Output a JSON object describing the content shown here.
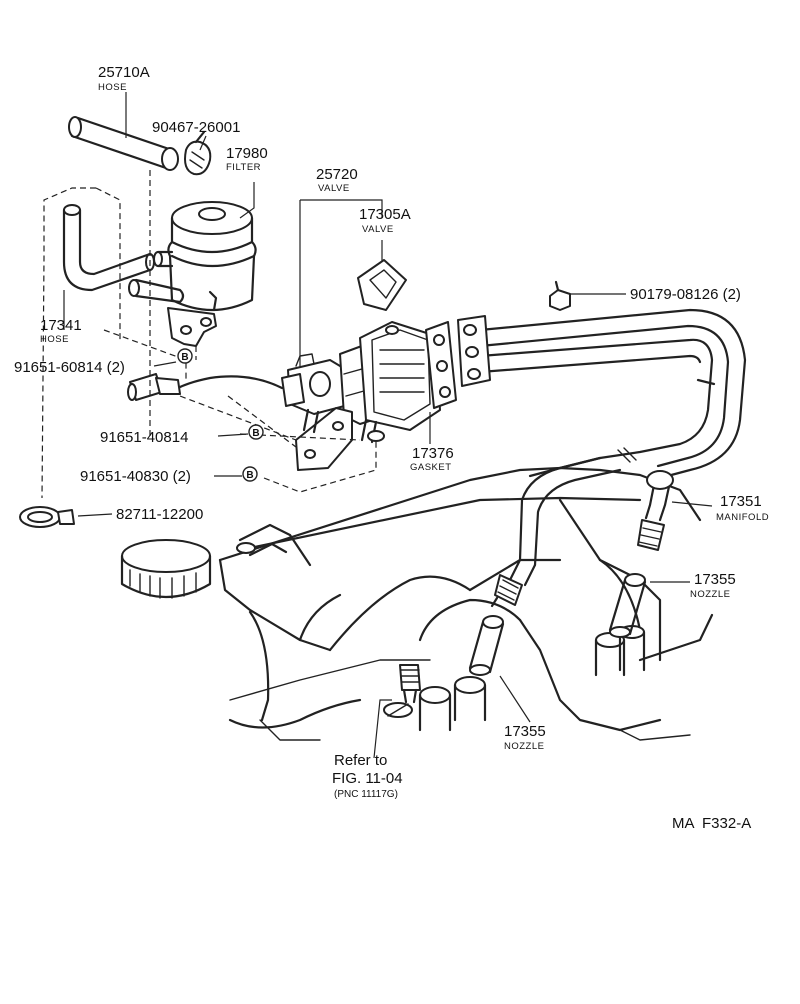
{
  "parts": {
    "hose_25710a": {
      "number": "25710A",
      "name": "HOSE"
    },
    "clip_90467": {
      "number": "90467-26001"
    },
    "filter_17980": {
      "number": "17980",
      "name": "FILTER"
    },
    "valve_25720": {
      "number": "25720",
      "name": "VALVE"
    },
    "valve_17305a": {
      "number": "17305A",
      "name": "VALVE"
    },
    "bolt_90179": {
      "number": "90179-08126 (2)"
    },
    "hose_17341": {
      "number": "17341",
      "name": "HOSE"
    },
    "bolt_91651_60814": {
      "number": "91651-60814 (2)"
    },
    "bolt_91651_40814": {
      "number": "91651-40814"
    },
    "bolt_91651_40830": {
      "number": "91651-40830 (2)"
    },
    "gasket_17376": {
      "number": "17376",
      "name": "GASKET"
    },
    "manifold_17351": {
      "number": "17351",
      "name": "MANIFOLD"
    },
    "clamp_82711": {
      "number": "82711-12200"
    },
    "nozzle_17355_right": {
      "number": "17355",
      "name": "NOZZLE"
    },
    "nozzle_17355_center": {
      "number": "17355",
      "name": "NOZZLE"
    }
  },
  "callout_mark": "B",
  "reference": {
    "line1": "Refer to",
    "line2": "FIG. 11-04",
    "line3": "(PNC 11117G)"
  },
  "figure_code": "MA  F332-A"
}
